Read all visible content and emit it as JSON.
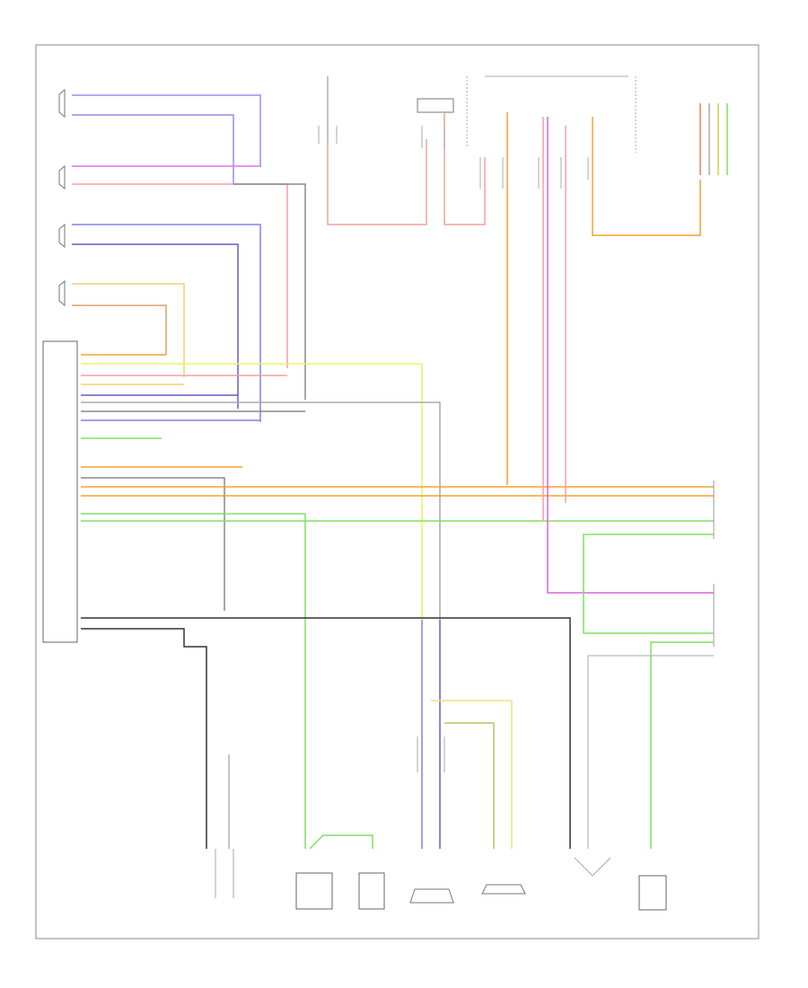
{
  "diagram": {
    "frame_label": "",
    "legend": [
      {
        "text": ""
      },
      {
        "text": ""
      }
    ],
    "components": [
      {
        "id": "left-front-speaker",
        "label": ""
      },
      {
        "id": "left-rear-speaker",
        "label": ""
      },
      {
        "id": "left-tweeter",
        "label": ""
      },
      {
        "id": "radio-unit",
        "label": ""
      },
      {
        "id": "can-module",
        "label": ""
      },
      {
        "id": "module-left-lower",
        "label": ""
      },
      {
        "id": "module-right-upper",
        "label": ""
      },
      {
        "id": "module-right-lower",
        "label": ""
      },
      {
        "id": "right-front-speaker",
        "label": ""
      },
      {
        "id": "right-tweeter",
        "label": ""
      },
      {
        "id": "antenna-amplifier",
        "label": ""
      },
      {
        "id": "usb-jack",
        "label": ""
      },
      {
        "id": "antenna-module",
        "label": ""
      },
      {
        "id": "right-rear-speaker",
        "label": ""
      },
      {
        "id": "multifunction-module",
        "label": ""
      },
      {
        "id": "rear-window-antenna",
        "label": ""
      }
    ],
    "wire_colors": {
      "red": "#f2a0a0",
      "pink": "#e060e0",
      "blue": "#8080f0",
      "yellow": "#f0f060",
      "orange": "#f5a030",
      "green": "#80e060",
      "gray": "#888888",
      "purple": "#a040c0",
      "black": "#222222",
      "tan": "#d8c070"
    }
  }
}
